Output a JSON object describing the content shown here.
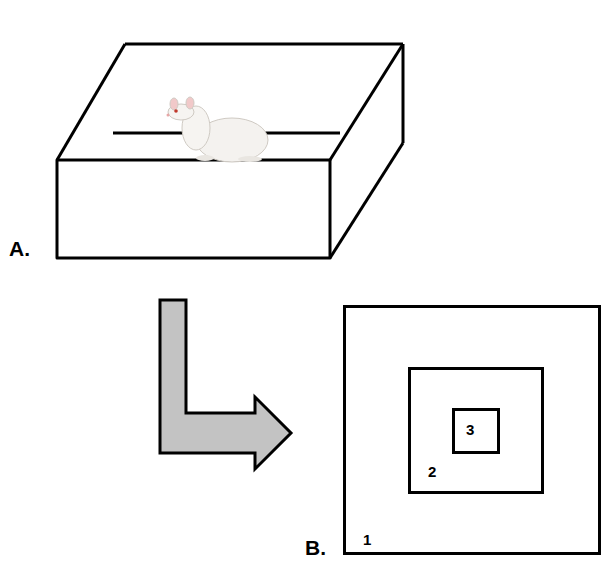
{
  "diagram": {
    "nodes": [
      {
        "text": [
          "1"
        ]
      },
      {
        "text": [
          "2"
        ],
        "in": 0
      },
      {
        "text": [
          "3"
        ],
        "in": 1
      }
    ],
    "labels": [
      "A.",
      "B."
    ]
  }
}
